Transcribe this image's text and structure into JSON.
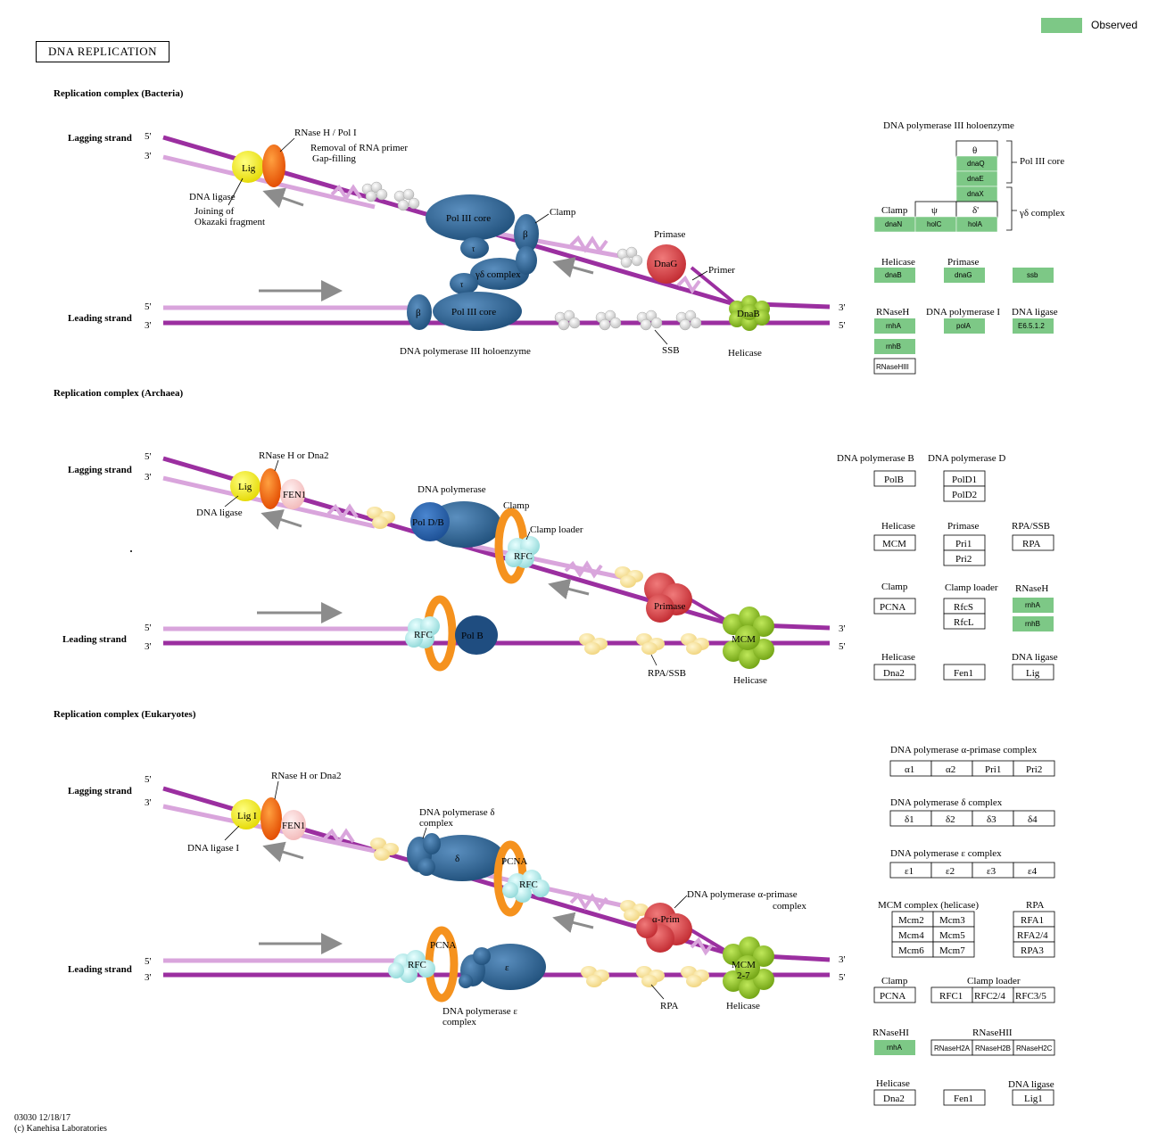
{
  "title": "DNA REPLICATION",
  "legend": {
    "label": "Observed",
    "color": "#7dc886"
  },
  "footer": {
    "line1": "03030 12/18/17",
    "line2": "(c) Kanehisa Laboratories"
  },
  "colors": {
    "observed": "#7dc886",
    "strand_dark": "#9b2fa0",
    "strand_light": "#d9a5dc"
  },
  "sections": {
    "bacteria": {
      "title": "Replication complex (Bacteria)",
      "lagging": "Lagging strand",
      "leading": "Leading strand",
      "p5": "5'",
      "p3": "3'",
      "labels": {
        "rnaseh": "RNase H / Pol I",
        "removal": "Removal of RNA primer",
        "gapfill": "Gap-filling",
        "lig": "Lig",
        "ligase": "DNA ligase",
        "joining1": "Joining of",
        "joining2": "Okazaki fragment",
        "pol3core": "Pol III core",
        "clamp": "Clamp",
        "beta": "β",
        "tau": "τ",
        "gd": "γδ complex",
        "primase": "Primase",
        "dnag": "DnaG",
        "primer": "Primer",
        "dnab": "DnaB",
        "holo": "DNA polymerase III holoenzyme",
        "ssb": "SSB",
        "helicase": "Helicase"
      }
    },
    "archaea": {
      "title": "Replication complex (Archaea)",
      "labels": {
        "rnaseh": "RNase H or Dna2",
        "lig": "Lig",
        "fen1": "FEN1",
        "ligase": "DNA ligase",
        "dnapol": "DNA polymerase",
        "poldb": "Pol D/B",
        "clamp": "Clamp",
        "clamploader": "Clamp loader",
        "rfc": "RFC",
        "primase": "Primase",
        "polb": "Pol B",
        "mcm": "MCM",
        "rpassb": "RPA/SSB",
        "helicase": "Helicase"
      }
    },
    "eukaryotes": {
      "title": "Replication complex (Eukaryotes)",
      "labels": {
        "rnaseh": "RNase H or Dna2",
        "lig": "Lig I",
        "fen1": "FEN1",
        "ligase": "DNA ligase I",
        "pold1": "DNA polymerase δ",
        "pold2": "complex",
        "delta": "δ",
        "pcna": "PCNA",
        "rfc": "RFC",
        "alpha1": "DNA polymerase α-primase",
        "alpha2": "complex",
        "aprim": "α-Prim",
        "eps": "ε",
        "pole1": "DNA polymerase ε",
        "pole2": "complex",
        "rpa": "RPA",
        "mcm1": "MCM",
        "mcm2": "2-7",
        "helicase": "Helicase"
      }
    }
  },
  "right_panel": {
    "bacteria": {
      "holo_title": "DNA polymerase III holoenzyme",
      "theta": "θ",
      "dnaQ": "dnaQ",
      "dnaE": "dnaE",
      "dnaX": "dnaX",
      "pol3core": "Pol III core",
      "gdcomplex": "γδ complex",
      "clamp": "Clamp",
      "psi": "ψ",
      "deltap": "δ'",
      "dnaN": "dnaN",
      "holC": "holC",
      "holA": "holA",
      "helicase": "Helicase",
      "dnaB": "dnaB",
      "primase": "Primase",
      "dnaG": "dnaG",
      "ssb": "ssb",
      "rnaseh": "RNaseH",
      "rnhA": "rnhA",
      "rnhB": "rnhB",
      "rnaseh3": "RNaseHIII",
      "dnapol1": "DNA polymerase I",
      "polA": "polA",
      "ligase": "DNA ligase",
      "ec": "E6.5.1.2"
    },
    "archaea": {
      "polb_t": "DNA polymerase B",
      "polB": "PolB",
      "pold_t": "DNA polymerase D",
      "polD1": "PolD1",
      "polD2": "PolD2",
      "helicase": "Helicase",
      "mcm": "MCM",
      "primase": "Primase",
      "pri1": "Pri1",
      "pri2": "Pri2",
      "rpassb": "RPA/SSB",
      "rpa": "RPA",
      "clamp": "Clamp",
      "pcna": "PCNA",
      "clamploader": "Clamp loader",
      "rfcS": "RfcS",
      "rfcL": "RfcL",
      "rnaseh": "RNaseH",
      "rnhA": "rnhA",
      "rnhB": "rnhB",
      "helicase2": "Helicase",
      "dna2": "Dna2",
      "fen1": "Fen1",
      "ligase": "DNA ligase",
      "lig": "Lig"
    },
    "eukaryotes": {
      "alpha_t": "DNA polymerase α-primase complex",
      "a1": "α1",
      "a2": "α2",
      "pri1": "Pri1",
      "pri2": "Pri2",
      "delta_t": "DNA polymerase δ complex",
      "d1": "δ1",
      "d2": "δ2",
      "d3": "δ3",
      "d4": "δ4",
      "eps_t": "DNA polymerase ε complex",
      "e1": "ε1",
      "e2": "ε2",
      "e3": "ε3",
      "e4": "ε4",
      "mcm_t": "MCM complex (helicase)",
      "mcm2": "Mcm2",
      "mcm3": "Mcm3",
      "mcm4": "Mcm4",
      "mcm5": "Mcm5",
      "mcm6": "Mcm6",
      "mcm7": "Mcm7",
      "rpa_t": "RPA",
      "rfa1": "RFA1",
      "rfa24": "RFA2/4",
      "rpa3": "RPA3",
      "clamp": "Clamp",
      "pcna": "PCNA",
      "clamploader": "Clamp loader",
      "rfc1": "RFC1",
      "rfc24": "RFC2/4",
      "rfc35": "RFC3/5",
      "rnaseh1": "RNaseHI",
      "rnhA": "rnhA",
      "rnaseh2": "RNaseHII",
      "h2a": "RNaseH2A",
      "h2b": "RNaseH2B",
      "h2c": "RNaseH2C",
      "helicase": "Helicase",
      "dna2": "Dna2",
      "fen1": "Fen1",
      "ligase": "DNA ligase",
      "lig1": "Lig1"
    }
  }
}
